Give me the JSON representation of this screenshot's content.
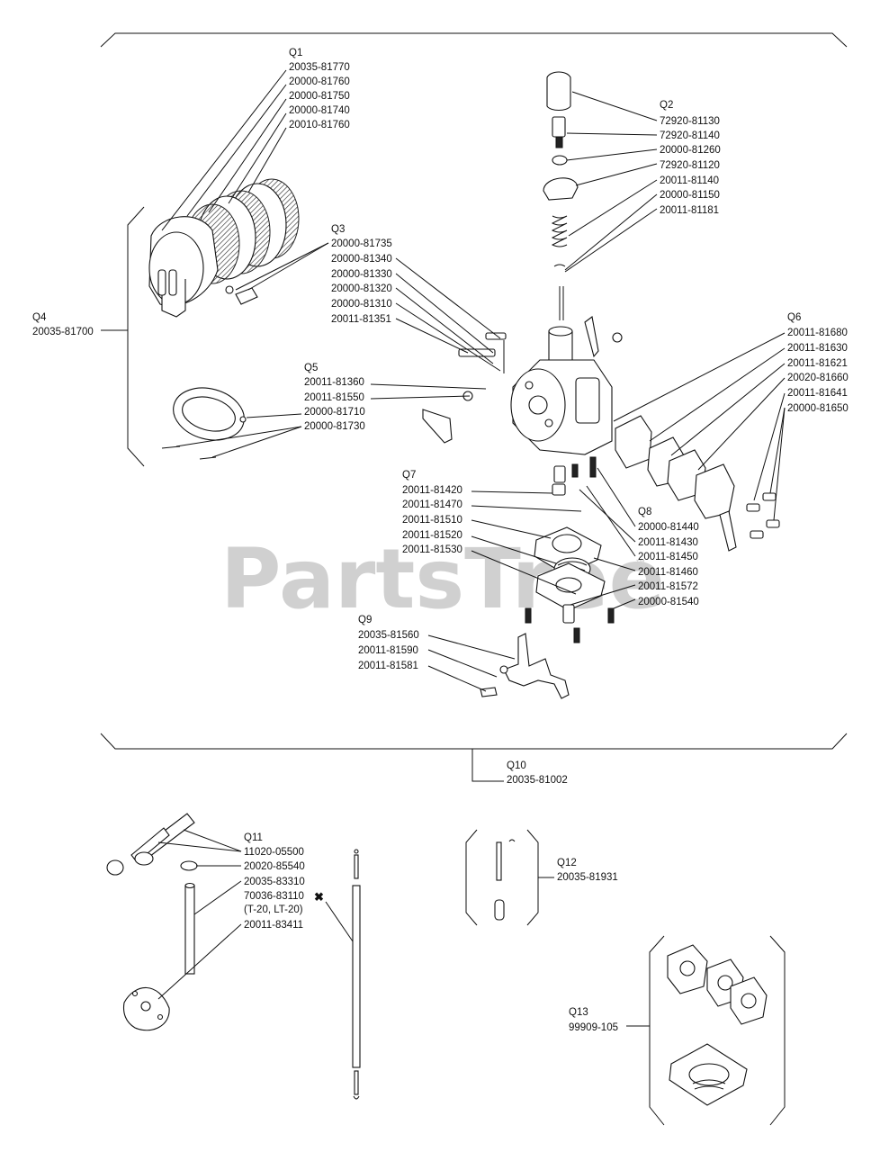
{
  "watermark": {
    "text": "PartsTree",
    "tm": "™"
  },
  "groups": {
    "q1": {
      "code": "Q1",
      "parts": [
        "20035-81770",
        "20000-81760",
        "20000-81750",
        "20000-81740",
        "20010-81760"
      ]
    },
    "q2": {
      "code": "Q2",
      "parts": [
        "72920-81130",
        "72920-81140",
        "20000-81260",
        "72920-81120",
        "20011-81140",
        "20000-81150",
        "20011-81181"
      ]
    },
    "q3": {
      "code": "Q3",
      "parts": [
        "20000-81735",
        "20000-81340",
        "20000-81330",
        "20000-81320",
        "20000-81310",
        "20011-81351"
      ]
    },
    "q4": {
      "code": "Q4",
      "parts": [
        "20035-81700"
      ]
    },
    "q5": {
      "code": "Q5",
      "parts": [
        "20011-81360",
        "20011-81550",
        "20000-81710",
        "20000-81730"
      ]
    },
    "q6": {
      "code": "Q6",
      "parts": [
        "20011-81680",
        "20011-81630",
        "20011-81621",
        "20020-81660",
        "20011-81641",
        "20000-81650"
      ]
    },
    "q7": {
      "code": "Q7",
      "parts": [
        "20011-81420",
        "20011-81470",
        "20011-81510",
        "20011-81520",
        "20011-81530"
      ]
    },
    "q8": {
      "code": "Q8",
      "parts": [
        "20000-81440",
        "20011-81430",
        "20011-81450",
        "20011-81460",
        "20011-81572",
        "20000-81540"
      ]
    },
    "q9": {
      "code": "Q9",
      "parts": [
        "20035-81560",
        "20011-81590",
        "20011-81581"
      ]
    },
    "q10": {
      "code": "Q10",
      "parts": [
        "20035-81002"
      ]
    },
    "q11": {
      "code": "Q11",
      "parts": [
        "11020-05500",
        "20020-85540",
        "20035-83310",
        "70036-83110",
        "(T-20, LT-20)",
        "20011-83411"
      ],
      "marker": "✖"
    },
    "q12": {
      "code": "Q12",
      "parts": [
        "20035-81931"
      ]
    },
    "q13": {
      "code": "Q13",
      "parts": [
        "99909-105"
      ]
    }
  }
}
